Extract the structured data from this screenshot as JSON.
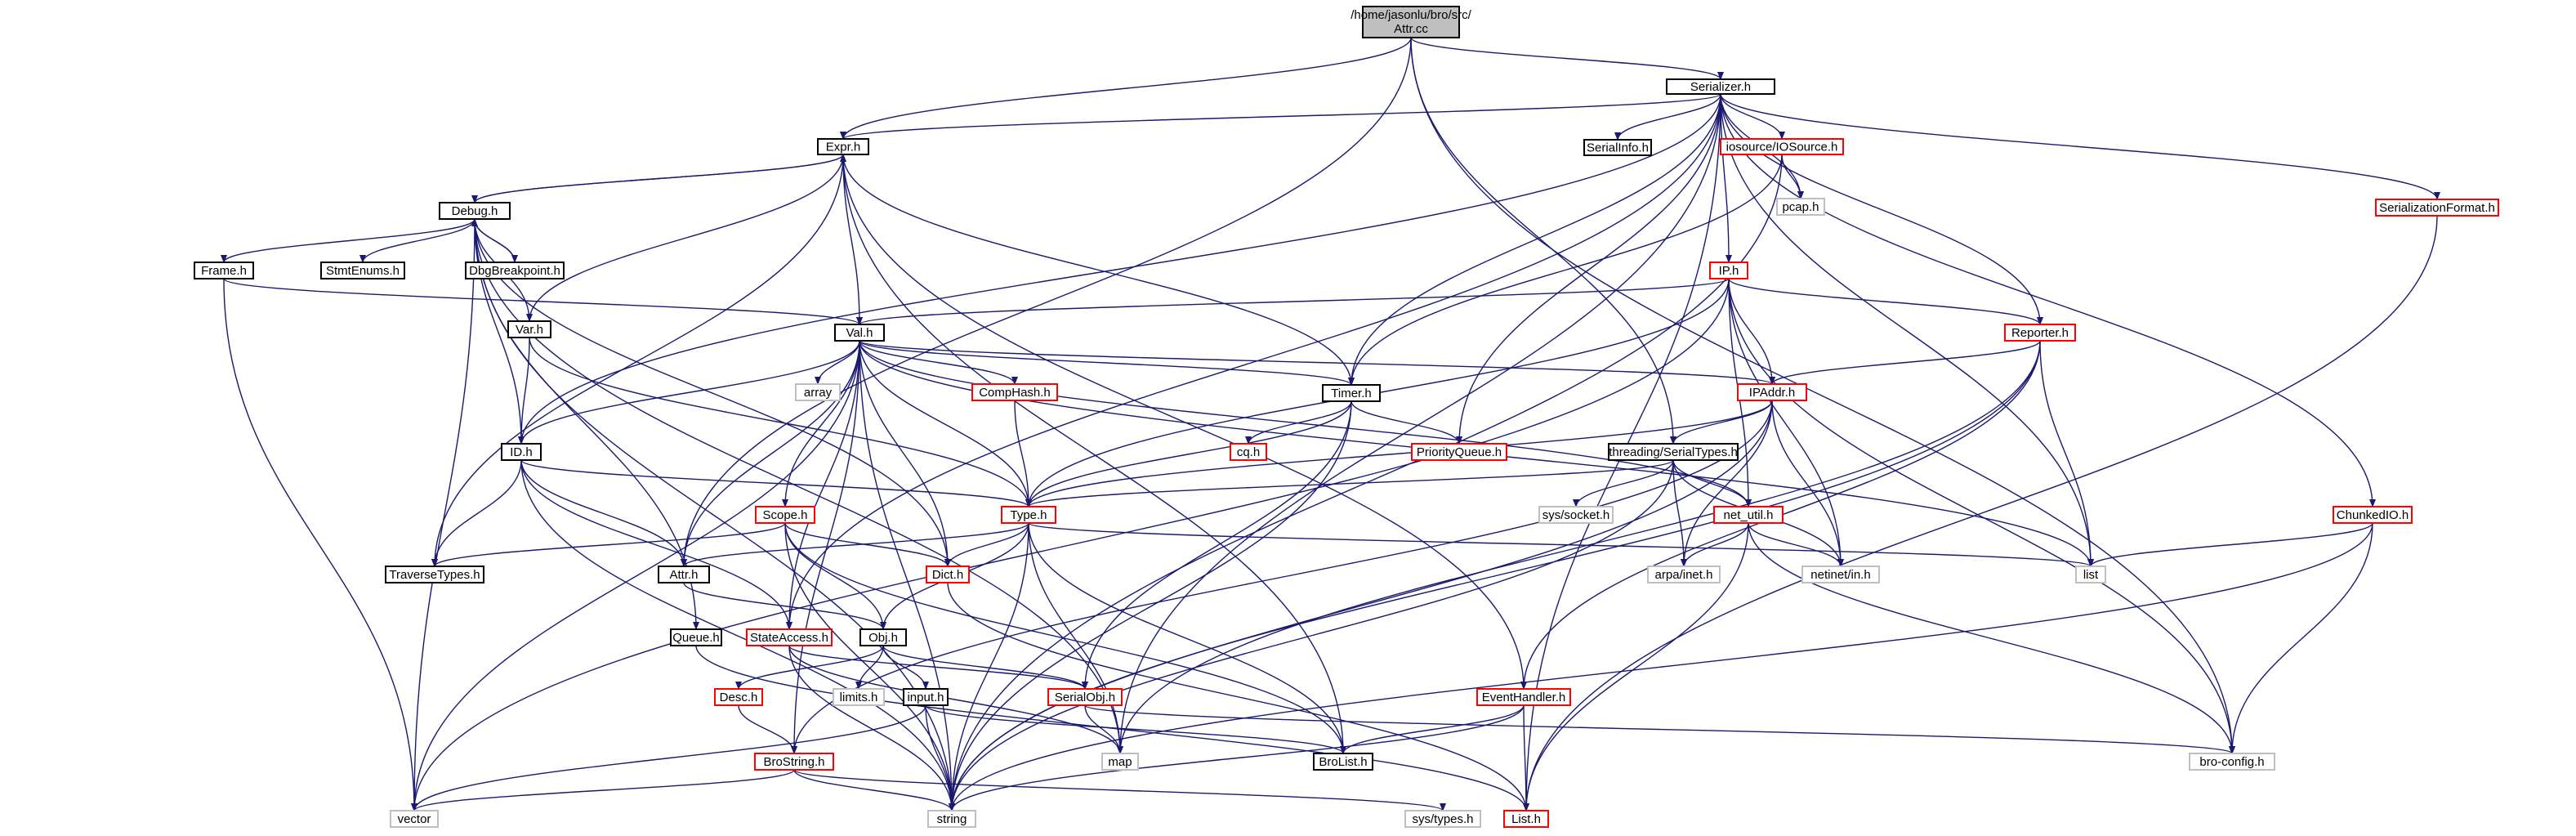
{
  "graph": {
    "title": "/home/jasonlu/bro/src/Attr.cc",
    "colors": {
      "edge": "#191970",
      "root_fill": "#bfbfbf",
      "documented_border": "#000000",
      "undocumented_border": "#ff0000",
      "external_border": "#bfbfbf"
    },
    "nodes": [
      {
        "id": "root",
        "label": "/home/jasonlu/bro/src/Attr.cc",
        "kind": "root"
      },
      {
        "id": "serializer",
        "label": "Serializer.h",
        "kind": "documented"
      },
      {
        "id": "expr",
        "label": "Expr.h",
        "kind": "documented"
      },
      {
        "id": "serialinfo",
        "label": "SerialInfo.h",
        "kind": "documented"
      },
      {
        "id": "iosource",
        "label": "iosource/IOSource.h",
        "kind": "undocumented"
      },
      {
        "id": "pcap",
        "label": "pcap.h",
        "kind": "external"
      },
      {
        "id": "serialformat",
        "label": "SerializationFormat.h",
        "kind": "undocumented"
      },
      {
        "id": "debug",
        "label": "Debug.h",
        "kind": "documented"
      },
      {
        "id": "frame",
        "label": "Frame.h",
        "kind": "documented"
      },
      {
        "id": "stmtenums",
        "label": "StmtEnums.h",
        "kind": "documented"
      },
      {
        "id": "dbgbp",
        "label": "DbgBreakpoint.h",
        "kind": "documented"
      },
      {
        "id": "ip",
        "label": "IP.h",
        "kind": "undocumented"
      },
      {
        "id": "var",
        "label": "Var.h",
        "kind": "documented"
      },
      {
        "id": "val",
        "label": "Val.h",
        "kind": "documented"
      },
      {
        "id": "reporter",
        "label": "Reporter.h",
        "kind": "undocumented"
      },
      {
        "id": "array",
        "label": "array",
        "kind": "external"
      },
      {
        "id": "comphash",
        "label": "CompHash.h",
        "kind": "undocumented"
      },
      {
        "id": "timer",
        "label": "Timer.h",
        "kind": "documented"
      },
      {
        "id": "ipaddr",
        "label": "IPAddr.h",
        "kind": "undocumented"
      },
      {
        "id": "cq",
        "label": "cq.h",
        "kind": "undocumented"
      },
      {
        "id": "pq",
        "label": "PriorityQueue.h",
        "kind": "undocumented"
      },
      {
        "id": "serialtypes",
        "label": "threading/SerialTypes.h",
        "kind": "documented"
      },
      {
        "id": "id",
        "label": "ID.h",
        "kind": "documented"
      },
      {
        "id": "chunkedio",
        "label": "ChunkedIO.h",
        "kind": "undocumented"
      },
      {
        "id": "scope",
        "label": "Scope.h",
        "kind": "undocumented"
      },
      {
        "id": "type",
        "label": "Type.h",
        "kind": "undocumented"
      },
      {
        "id": "syssocket",
        "label": "sys/socket.h",
        "kind": "external"
      },
      {
        "id": "netutil",
        "label": "net_util.h",
        "kind": "undocumented"
      },
      {
        "id": "traversetypes",
        "label": "TraverseTypes.h",
        "kind": "documented"
      },
      {
        "id": "dict",
        "label": "Dict.h",
        "kind": "undocumented"
      },
      {
        "id": "attr",
        "label": "Attr.h",
        "kind": "documented"
      },
      {
        "id": "list",
        "label": "list",
        "kind": "external"
      },
      {
        "id": "arpainet",
        "label": "arpa/inet.h",
        "kind": "external"
      },
      {
        "id": "netinetin",
        "label": "netinet/in.h",
        "kind": "external"
      },
      {
        "id": "queue",
        "label": "Queue.h",
        "kind": "documented"
      },
      {
        "id": "stateaccess",
        "label": "StateAccess.h",
        "kind": "undocumented"
      },
      {
        "id": "obj",
        "label": "Obj.h",
        "kind": "documented"
      },
      {
        "id": "desc",
        "label": "Desc.h",
        "kind": "undocumented"
      },
      {
        "id": "limits",
        "label": "limits.h",
        "kind": "external"
      },
      {
        "id": "input",
        "label": "input.h",
        "kind": "documented"
      },
      {
        "id": "serialobj",
        "label": "SerialObj.h",
        "kind": "undocumented"
      },
      {
        "id": "eventhandler",
        "label": "EventHandler.h",
        "kind": "undocumented"
      },
      {
        "id": "brostring",
        "label": "BroString.h",
        "kind": "undocumented"
      },
      {
        "id": "map",
        "label": "map",
        "kind": "external"
      },
      {
        "id": "brolist",
        "label": "BroList.h",
        "kind": "documented"
      },
      {
        "id": "broconfig",
        "label": "bro-config.h",
        "kind": "external"
      },
      {
        "id": "vector",
        "label": "vector",
        "kind": "external"
      },
      {
        "id": "string",
        "label": "string",
        "kind": "external"
      },
      {
        "id": "systypes",
        "label": "sys/types.h",
        "kind": "external"
      },
      {
        "id": "listh",
        "label": "List.h",
        "kind": "undocumented"
      }
    ],
    "edges": [
      [
        "root",
        "expr"
      ],
      [
        "root",
        "serializer"
      ],
      [
        "root",
        "attr"
      ],
      [
        "root",
        "broconfig"
      ],
      [
        "root",
        "serialtypes"
      ],
      [
        "serializer",
        "expr"
      ],
      [
        "serializer",
        "serialinfo"
      ],
      [
        "serializer",
        "iosource"
      ],
      [
        "serializer",
        "pcap"
      ],
      [
        "serializer",
        "serialformat"
      ],
      [
        "serializer",
        "ip"
      ],
      [
        "serializer",
        "reporter"
      ],
      [
        "serializer",
        "timer"
      ],
      [
        "serializer",
        "id"
      ],
      [
        "serializer",
        "map"
      ],
      [
        "serializer",
        "pq"
      ],
      [
        "serializer",
        "stateaccess"
      ],
      [
        "serializer",
        "chunkedio"
      ],
      [
        "serializer",
        "list"
      ],
      [
        "serializer",
        "listh"
      ],
      [
        "iosource",
        "pcap"
      ],
      [
        "iosource",
        "timer"
      ],
      [
        "iosource",
        "string"
      ],
      [
        "serialformat",
        "listh"
      ],
      [
        "expr",
        "debug"
      ],
      [
        "expr",
        "val"
      ],
      [
        "expr",
        "timer"
      ],
      [
        "expr",
        "eventhandler"
      ],
      [
        "expr",
        "brolist"
      ],
      [
        "expr",
        "traversetypes"
      ],
      [
        "debug",
        "expr"
      ],
      [
        "debug",
        "frame"
      ],
      [
        "debug",
        "stmtenums"
      ],
      [
        "debug",
        "dbgbp"
      ],
      [
        "debug",
        "var"
      ],
      [
        "debug",
        "id"
      ],
      [
        "debug",
        "dict"
      ],
      [
        "debug",
        "queue"
      ],
      [
        "debug",
        "string"
      ],
      [
        "debug",
        "vector"
      ],
      [
        "debug",
        "map"
      ],
      [
        "dbgbp",
        "debug"
      ],
      [
        "frame",
        "val"
      ],
      [
        "frame",
        "vector"
      ],
      [
        "var",
        "expr"
      ],
      [
        "var",
        "id"
      ],
      [
        "var",
        "type"
      ],
      [
        "val",
        "array"
      ],
      [
        "val",
        "comphash"
      ],
      [
        "val",
        "timer"
      ],
      [
        "val",
        "ipaddr"
      ],
      [
        "val",
        "id"
      ],
      [
        "val",
        "scope"
      ],
      [
        "val",
        "attr"
      ],
      [
        "val",
        "dict"
      ],
      [
        "val",
        "type"
      ],
      [
        "val",
        "stateaccess"
      ],
      [
        "val",
        "brostring"
      ],
      [
        "val",
        "vector"
      ],
      [
        "val",
        "list"
      ],
      [
        "val",
        "netutil"
      ],
      [
        "val",
        "string"
      ],
      [
        "ip",
        "val"
      ],
      [
        "ip",
        "reporter"
      ],
      [
        "ip",
        "ipaddr"
      ],
      [
        "ip",
        "type"
      ],
      [
        "ip",
        "netutil"
      ],
      [
        "ip",
        "netinetin"
      ],
      [
        "ip",
        "broconfig"
      ],
      [
        "ip",
        "vector"
      ],
      [
        "reporter",
        "ipaddr"
      ],
      [
        "reporter",
        "list"
      ],
      [
        "reporter",
        "map"
      ],
      [
        "reporter",
        "eventhandler"
      ],
      [
        "reporter",
        "string"
      ],
      [
        "comphash",
        "type"
      ],
      [
        "timer",
        "cq"
      ],
      [
        "timer",
        "pq"
      ],
      [
        "timer",
        "type"
      ],
      [
        "timer",
        "serialobj"
      ],
      [
        "timer",
        "string"
      ],
      [
        "ipaddr",
        "serialtypes"
      ],
      [
        "ipaddr",
        "netinetin"
      ],
      [
        "ipaddr",
        "arpainet"
      ],
      [
        "ipaddr",
        "string"
      ],
      [
        "ipaddr",
        "type"
      ],
      [
        "ipaddr",
        "brostring"
      ],
      [
        "serialtypes",
        "type"
      ],
      [
        "serialtypes",
        "syssocket"
      ],
      [
        "serialtypes",
        "netutil"
      ],
      [
        "serialtypes",
        "arpainet"
      ],
      [
        "serialtypes",
        "netinetin"
      ],
      [
        "serialtypes",
        "string"
      ],
      [
        "id",
        "type"
      ],
      [
        "id",
        "attr"
      ],
      [
        "id",
        "traversetypes"
      ],
      [
        "id",
        "stateaccess"
      ],
      [
        "id",
        "string"
      ],
      [
        "chunkedio",
        "list"
      ],
      [
        "chunkedio",
        "broconfig"
      ],
      [
        "chunkedio",
        "string"
      ],
      [
        "scope",
        "traversetypes"
      ],
      [
        "scope",
        "dict"
      ],
      [
        "scope",
        "obj"
      ],
      [
        "scope",
        "brolist"
      ],
      [
        "scope",
        "string"
      ],
      [
        "type",
        "attr"
      ],
      [
        "type",
        "dict"
      ],
      [
        "type",
        "obj"
      ],
      [
        "type",
        "map"
      ],
      [
        "type",
        "brolist"
      ],
      [
        "type",
        "string"
      ],
      [
        "type",
        "list"
      ],
      [
        "netutil",
        "arpainet"
      ],
      [
        "netutil",
        "netinetin"
      ],
      [
        "netutil",
        "broconfig"
      ],
      [
        "netutil",
        "listh"
      ],
      [
        "dict",
        "listh"
      ],
      [
        "attr",
        "obj"
      ],
      [
        "queue",
        "listh"
      ],
      [
        "stateaccess",
        "serialobj"
      ],
      [
        "stateaccess",
        "map"
      ],
      [
        "stateaccess",
        "string"
      ],
      [
        "obj",
        "desc"
      ],
      [
        "obj",
        "limits"
      ],
      [
        "obj",
        "input"
      ],
      [
        "obj",
        "serialobj"
      ],
      [
        "desc",
        "brostring"
      ],
      [
        "input",
        "brolist"
      ],
      [
        "input",
        "vector"
      ],
      [
        "input",
        "string"
      ],
      [
        "serialobj",
        "map"
      ],
      [
        "serialobj",
        "broconfig"
      ],
      [
        "eventhandler",
        "brolist"
      ],
      [
        "eventhandler",
        "listh"
      ],
      [
        "eventhandler",
        "string"
      ],
      [
        "brostring",
        "vector"
      ],
      [
        "brostring",
        "string"
      ],
      [
        "brostring",
        "systypes"
      ]
    ]
  }
}
